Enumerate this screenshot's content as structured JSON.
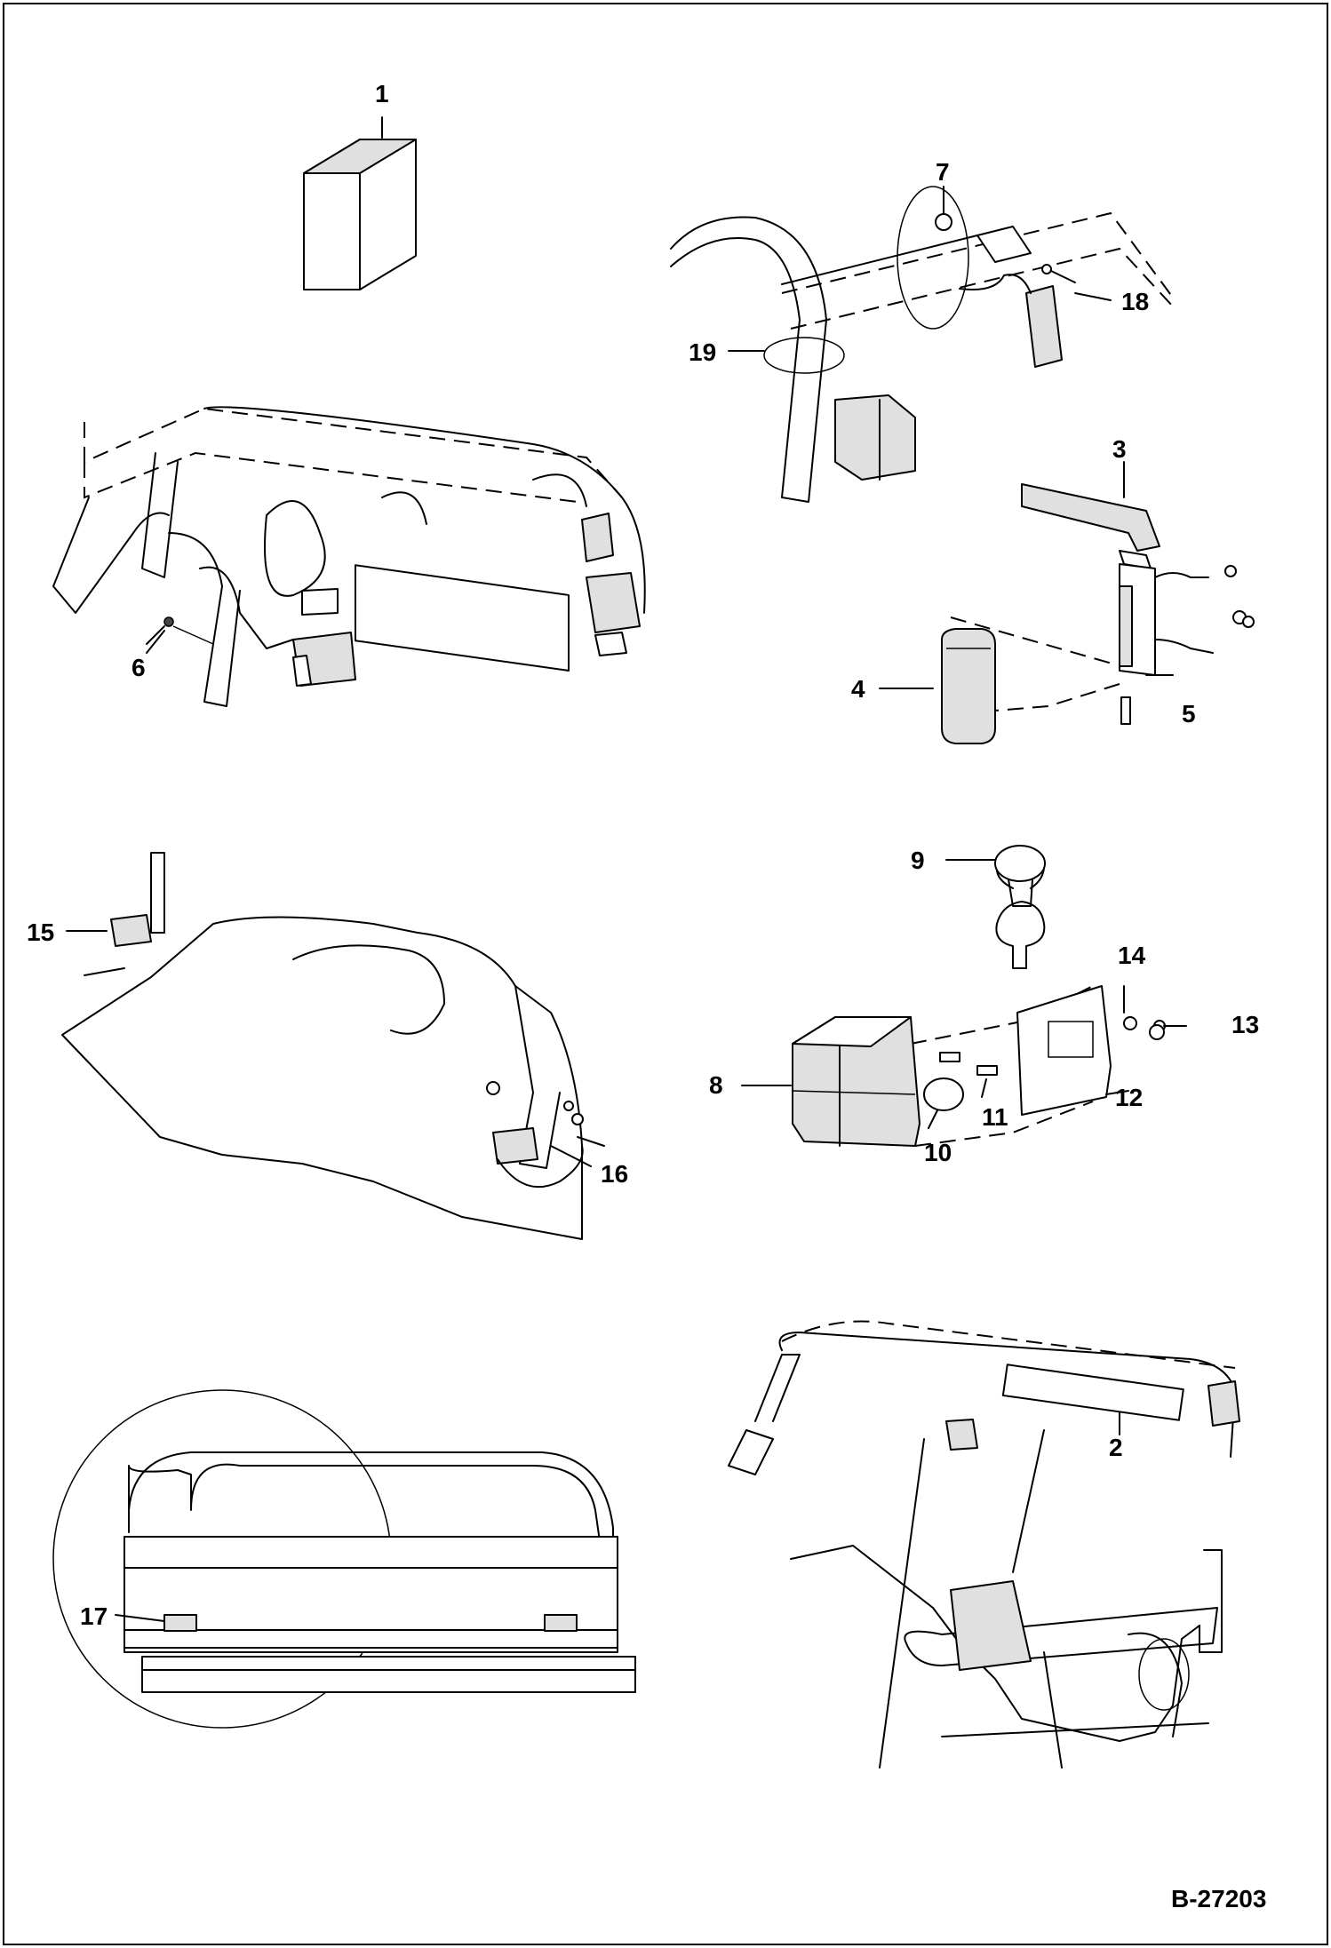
{
  "callouts": {
    "c1": "1",
    "c2": "2",
    "c3": "3",
    "c4": "4",
    "c5": "5",
    "c6": "6",
    "c7": "7",
    "c8": "8",
    "c9": "9",
    "c10": "10",
    "c11": "11",
    "c12": "12",
    "c13": "13",
    "c14": "14",
    "c15": "15",
    "c16": "16",
    "c17": "17",
    "c18": "18",
    "c19": "19"
  },
  "drawing_number": "B-27203"
}
